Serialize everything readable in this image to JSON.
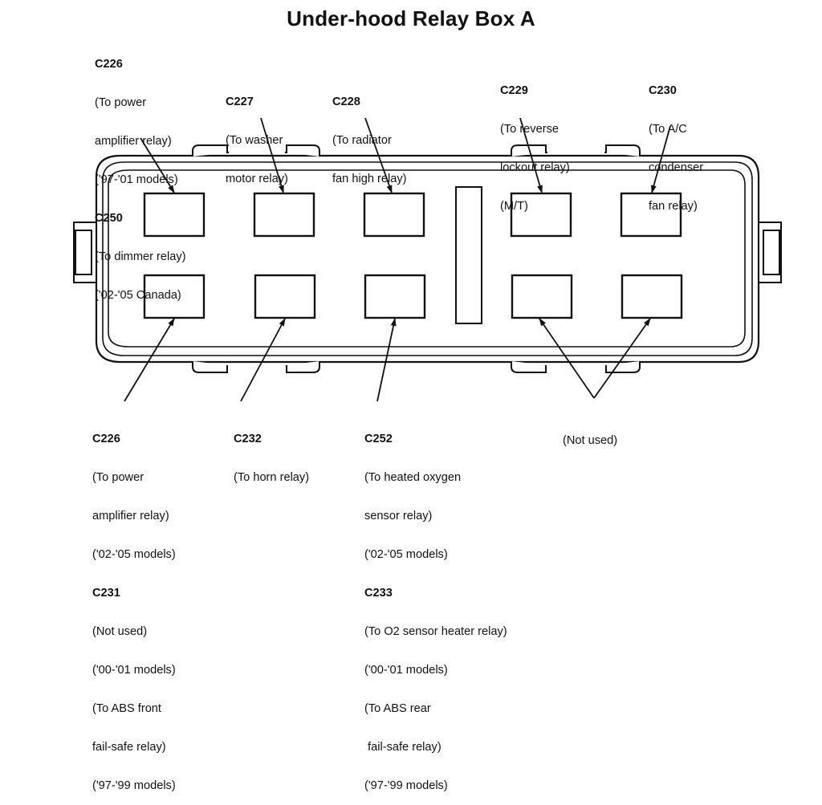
{
  "title": "Under-hood Relay Box A",
  "colors": {
    "line": "#111111",
    "background": "#ffffff"
  },
  "top_labels": [
    {
      "id": "c226-c250-top",
      "entries": [
        {
          "code": "C226",
          "lines": [
            "(To power",
            "amplifier relay)",
            "('97-'01 models)"
          ]
        },
        {
          "code": "C250",
          "lines": [
            "(To dimmer relay)",
            "('02-'05 Canada)"
          ]
        }
      ]
    },
    {
      "id": "c227",
      "entries": [
        {
          "code": "C227",
          "lines": [
            "(To washer",
            "motor relay)"
          ]
        }
      ]
    },
    {
      "id": "c228",
      "entries": [
        {
          "code": "C228",
          "lines": [
            "(To radiator",
            "fan high relay)"
          ]
        }
      ]
    },
    {
      "id": "c229",
      "entries": [
        {
          "code": "C229",
          "lines": [
            "(To reverse",
            "lockout relay)",
            "(M/T)"
          ]
        }
      ]
    },
    {
      "id": "c230",
      "entries": [
        {
          "code": "C230",
          "lines": [
            "(To A/C",
            "condenser",
            "fan relay)"
          ]
        }
      ]
    }
  ],
  "bottom_labels": [
    {
      "id": "c226-c231-bottom",
      "entries": [
        {
          "code": "C226",
          "lines": [
            "(To power",
            "amplifier relay)",
            "('02-'05 models)"
          ]
        },
        {
          "code": "C231",
          "lines": [
            "(Not used)",
            "('00-'01 models)",
            "(To ABS front",
            "fail-safe relay)",
            "('97-'99 models)"
          ]
        }
      ]
    },
    {
      "id": "c232",
      "entries": [
        {
          "code": "C232",
          "lines": [
            "(To horn relay)"
          ]
        }
      ]
    },
    {
      "id": "c252-c233",
      "entries": [
        {
          "code": "C252",
          "lines": [
            "(To heated oxygen",
            "sensor relay)",
            "('02-'05 models)"
          ]
        },
        {
          "code": "C233",
          "lines": [
            "(To O2 sensor heater relay)",
            "('00-'01 models)",
            "(To ABS rear",
            " fail-safe relay)",
            "('97-'99 models)"
          ]
        }
      ]
    },
    {
      "id": "not-used",
      "entries": [
        {
          "code": "",
          "lines": [
            "(Not used)"
          ]
        }
      ]
    }
  ],
  "relay_sockets": {
    "top_row": [
      "C226/C250",
      "C227",
      "C228",
      "C229",
      "C230"
    ],
    "bottom_row": [
      "C226/C231",
      "C232",
      "C252/C233",
      "Not used",
      "Not used"
    ]
  }
}
